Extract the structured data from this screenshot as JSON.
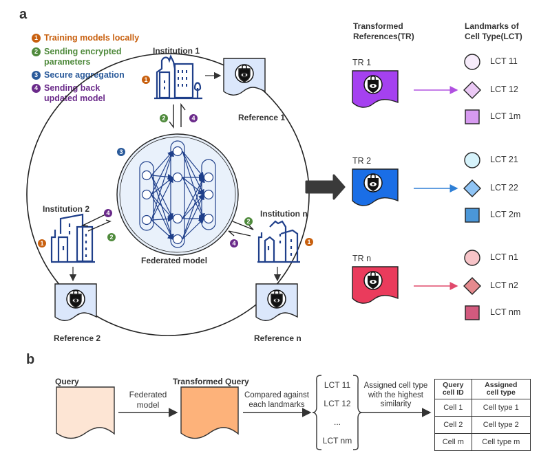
{
  "panel_a": {
    "label": "a",
    "legend": [
      {
        "num": "1",
        "text": "Training models locally",
        "color": "#c8600f"
      },
      {
        "num": "2",
        "text": "Sending encrypted parameters",
        "color": "#4f8a3c"
      },
      {
        "num": "3",
        "text": "Secure aggregation",
        "color": "#2a5a9a"
      },
      {
        "num": "4",
        "text": "Sending back updated model",
        "color": "#6a2a8a"
      }
    ],
    "institutions": [
      {
        "name": "Institution 1",
        "reference": "Reference 1"
      },
      {
        "name": "Institution 2",
        "reference": "Reference 2"
      },
      {
        "name": "Institution n",
        "reference": "Reference n"
      }
    ],
    "federated_model_label": "Federated model",
    "step_numbers": {
      "train": "1",
      "send": "2",
      "aggregate": "3",
      "return": "4"
    },
    "transformed_header": "Transformed References(TR)",
    "transformed_header_lines": [
      "Transformed",
      "References(TR)"
    ],
    "landmarks_header_lines": [
      "Landmarks of",
      "Cell Type(LCT)"
    ],
    "transformed_refs": [
      {
        "label": "TR 1",
        "color": "#a541f0",
        "arrow_color": "#b050e0",
        "landmarks": [
          {
            "shape": "circle",
            "label": "LCT 11",
            "fill": "#f7ecfb"
          },
          {
            "shape": "diamond",
            "label": "LCT 12",
            "fill": "#ebc9f5"
          },
          {
            "shape": "square",
            "label": "LCT 1m",
            "fill": "#d79af0"
          }
        ]
      },
      {
        "label": "TR 2",
        "color": "#1a6ee6",
        "arrow_color": "#2e7fd6",
        "landmarks": [
          {
            "shape": "circle",
            "label": "LCT 21",
            "fill": "#d6f3fb"
          },
          {
            "shape": "diamond",
            "label": "LCT 22",
            "fill": "#8fc4f5"
          },
          {
            "shape": "square",
            "label": "LCT 2m",
            "fill": "#4b97d8"
          }
        ]
      },
      {
        "label": "TR n",
        "color": "#ea3b5c",
        "arrow_color": "#e04a6c",
        "landmarks": [
          {
            "shape": "circle",
            "label": "LCT n1",
            "fill": "#f7c4c8"
          },
          {
            "shape": "diamond",
            "label": "LCT n2",
            "fill": "#e58a8e"
          },
          {
            "shape": "square",
            "label": "LCT nm",
            "fill": "#d35a7e"
          }
        ]
      }
    ]
  },
  "panel_b": {
    "label": "b",
    "query_label": "Query",
    "query_color": "#fde5d4",
    "arrow1_lines": [
      "Federated",
      "model"
    ],
    "transformed_query_label": "Transformed Query",
    "transformed_query_color": "#fdb27a",
    "arrow2_lines": [
      "Compared against",
      "each landmarks"
    ],
    "landmark_list": [
      "LCT 11",
      "LCT 12",
      "...",
      "LCT nm"
    ],
    "arrow3_lines": [
      "Assigned cell type",
      "with the highest",
      "similarity"
    ],
    "table": {
      "headers": [
        "Query cell ID",
        "Assigned cell type"
      ],
      "header_lines": [
        [
          "Query",
          "cell ID"
        ],
        [
          "Assigned",
          "cell type"
        ]
      ],
      "rows": [
        [
          "Cell 1",
          "Cell type 1"
        ],
        [
          "Cell 2",
          "Cell type 2"
        ],
        [
          "Cell m",
          "Cell type m"
        ]
      ]
    }
  }
}
